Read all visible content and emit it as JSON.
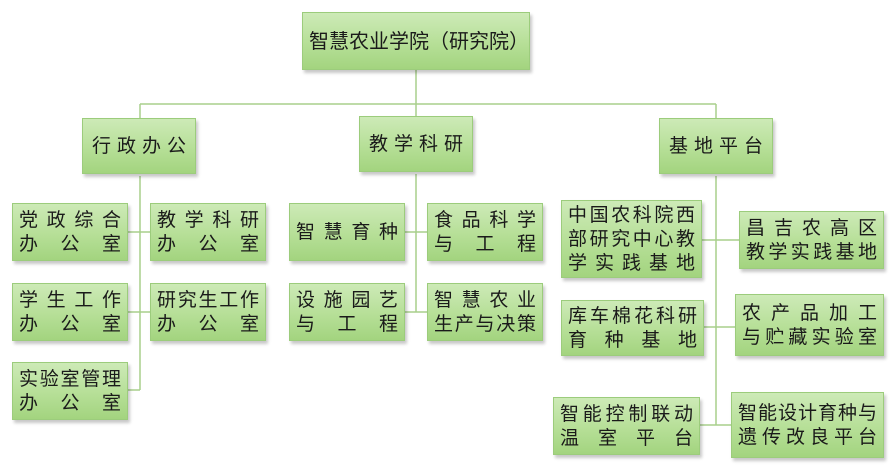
{
  "root": {
    "label": "智慧农业学院（研究院）"
  },
  "departments": [
    {
      "id": "admin",
      "label": "行 政 办 公",
      "units": [
        {
          "lines": [
            "党政综合",
            "办 公 室"
          ]
        },
        {
          "lines": [
            "教学科研",
            "办 公 室"
          ]
        },
        {
          "lines": [
            "学生工作",
            "办 公 室"
          ]
        },
        {
          "lines": [
            "研究生工作",
            "办 公 室"
          ]
        },
        {
          "lines": [
            "实验室管理",
            "办 公 室"
          ]
        }
      ]
    },
    {
      "id": "research",
      "label": "教 学 科 研",
      "units": [
        {
          "lines": [
            "智慧育种"
          ]
        },
        {
          "lines": [
            "食品科学",
            "与  工  程"
          ]
        },
        {
          "lines": [
            "设施园艺",
            "与  工  程"
          ]
        },
        {
          "lines": [
            "智慧农业",
            "生产与决策"
          ]
        }
      ]
    },
    {
      "id": "bases",
      "label": "基 地 平 台",
      "units": [
        {
          "lines": [
            "中国农科院西",
            "部研究中心教",
            "学实践基地"
          ]
        },
        {
          "lines": [
            "昌吉农高区",
            "教学实践基地"
          ]
        },
        {
          "lines": [
            "库车棉花科研",
            "育 种 基 地"
          ]
        },
        {
          "lines": [
            "农产品加工",
            "与贮藏实验室"
          ]
        },
        {
          "lines": [
            "智能控制联动",
            "温 室 平 台"
          ]
        },
        {
          "lines": [
            "智能设计育种与",
            "遗传改良平台"
          ]
        }
      ]
    }
  ],
  "colors": {
    "node_fill": "#b6df97",
    "node_border": "#9ccc7c",
    "line": "#a8cf8c"
  }
}
